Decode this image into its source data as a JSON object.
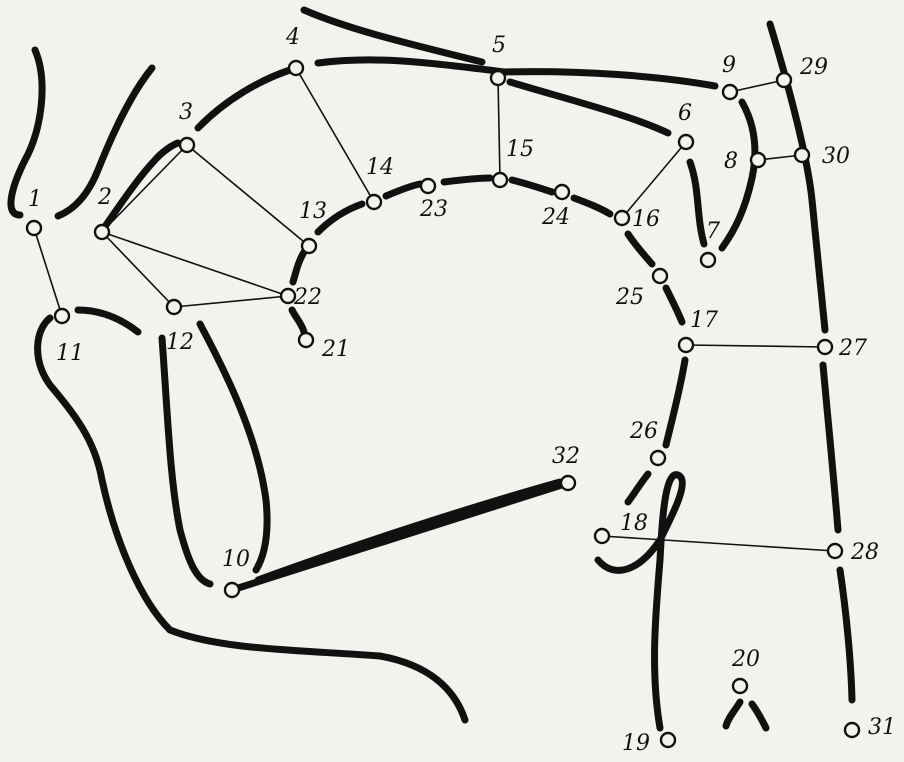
{
  "points": [
    {
      "id": "1",
      "label": "1"
    },
    {
      "id": "2",
      "label": "2"
    },
    {
      "id": "3",
      "label": "3"
    },
    {
      "id": "4",
      "label": "4"
    },
    {
      "id": "5",
      "label": "5"
    },
    {
      "id": "6",
      "label": "6"
    },
    {
      "id": "7",
      "label": "7"
    },
    {
      "id": "8",
      "label": "8"
    },
    {
      "id": "9",
      "label": "9"
    },
    {
      "id": "10",
      "label": "10"
    },
    {
      "id": "11",
      "label": "11"
    },
    {
      "id": "12",
      "label": "12"
    },
    {
      "id": "13",
      "label": "13"
    },
    {
      "id": "14",
      "label": "14"
    },
    {
      "id": "15",
      "label": "15"
    },
    {
      "id": "16",
      "label": "16"
    },
    {
      "id": "17",
      "label": "17"
    },
    {
      "id": "18",
      "label": "18"
    },
    {
      "id": "19",
      "label": "19"
    },
    {
      "id": "20",
      "label": "20"
    },
    {
      "id": "21",
      "label": "21"
    },
    {
      "id": "22",
      "label": "22"
    },
    {
      "id": "23",
      "label": "23"
    },
    {
      "id": "24",
      "label": "24"
    },
    {
      "id": "25",
      "label": "25"
    },
    {
      "id": "26",
      "label": "26"
    },
    {
      "id": "27",
      "label": "27"
    },
    {
      "id": "28",
      "label": "28"
    },
    {
      "id": "29",
      "label": "29"
    },
    {
      "id": "30",
      "label": "30"
    },
    {
      "id": "31",
      "label": "31"
    },
    {
      "id": "32",
      "label": "32"
    }
  ],
  "connections": [
    [
      "1",
      "11"
    ],
    [
      "2",
      "3"
    ],
    [
      "2",
      "12"
    ],
    [
      "2",
      "22"
    ],
    [
      "3",
      "13"
    ],
    [
      "4",
      "14"
    ],
    [
      "5",
      "15"
    ],
    [
      "6",
      "16"
    ],
    [
      "9",
      "29"
    ],
    [
      "8",
      "30"
    ],
    [
      "12",
      "22"
    ],
    [
      "17",
      "27"
    ],
    [
      "18",
      "28"
    ],
    [
      "10",
      "32"
    ]
  ]
}
